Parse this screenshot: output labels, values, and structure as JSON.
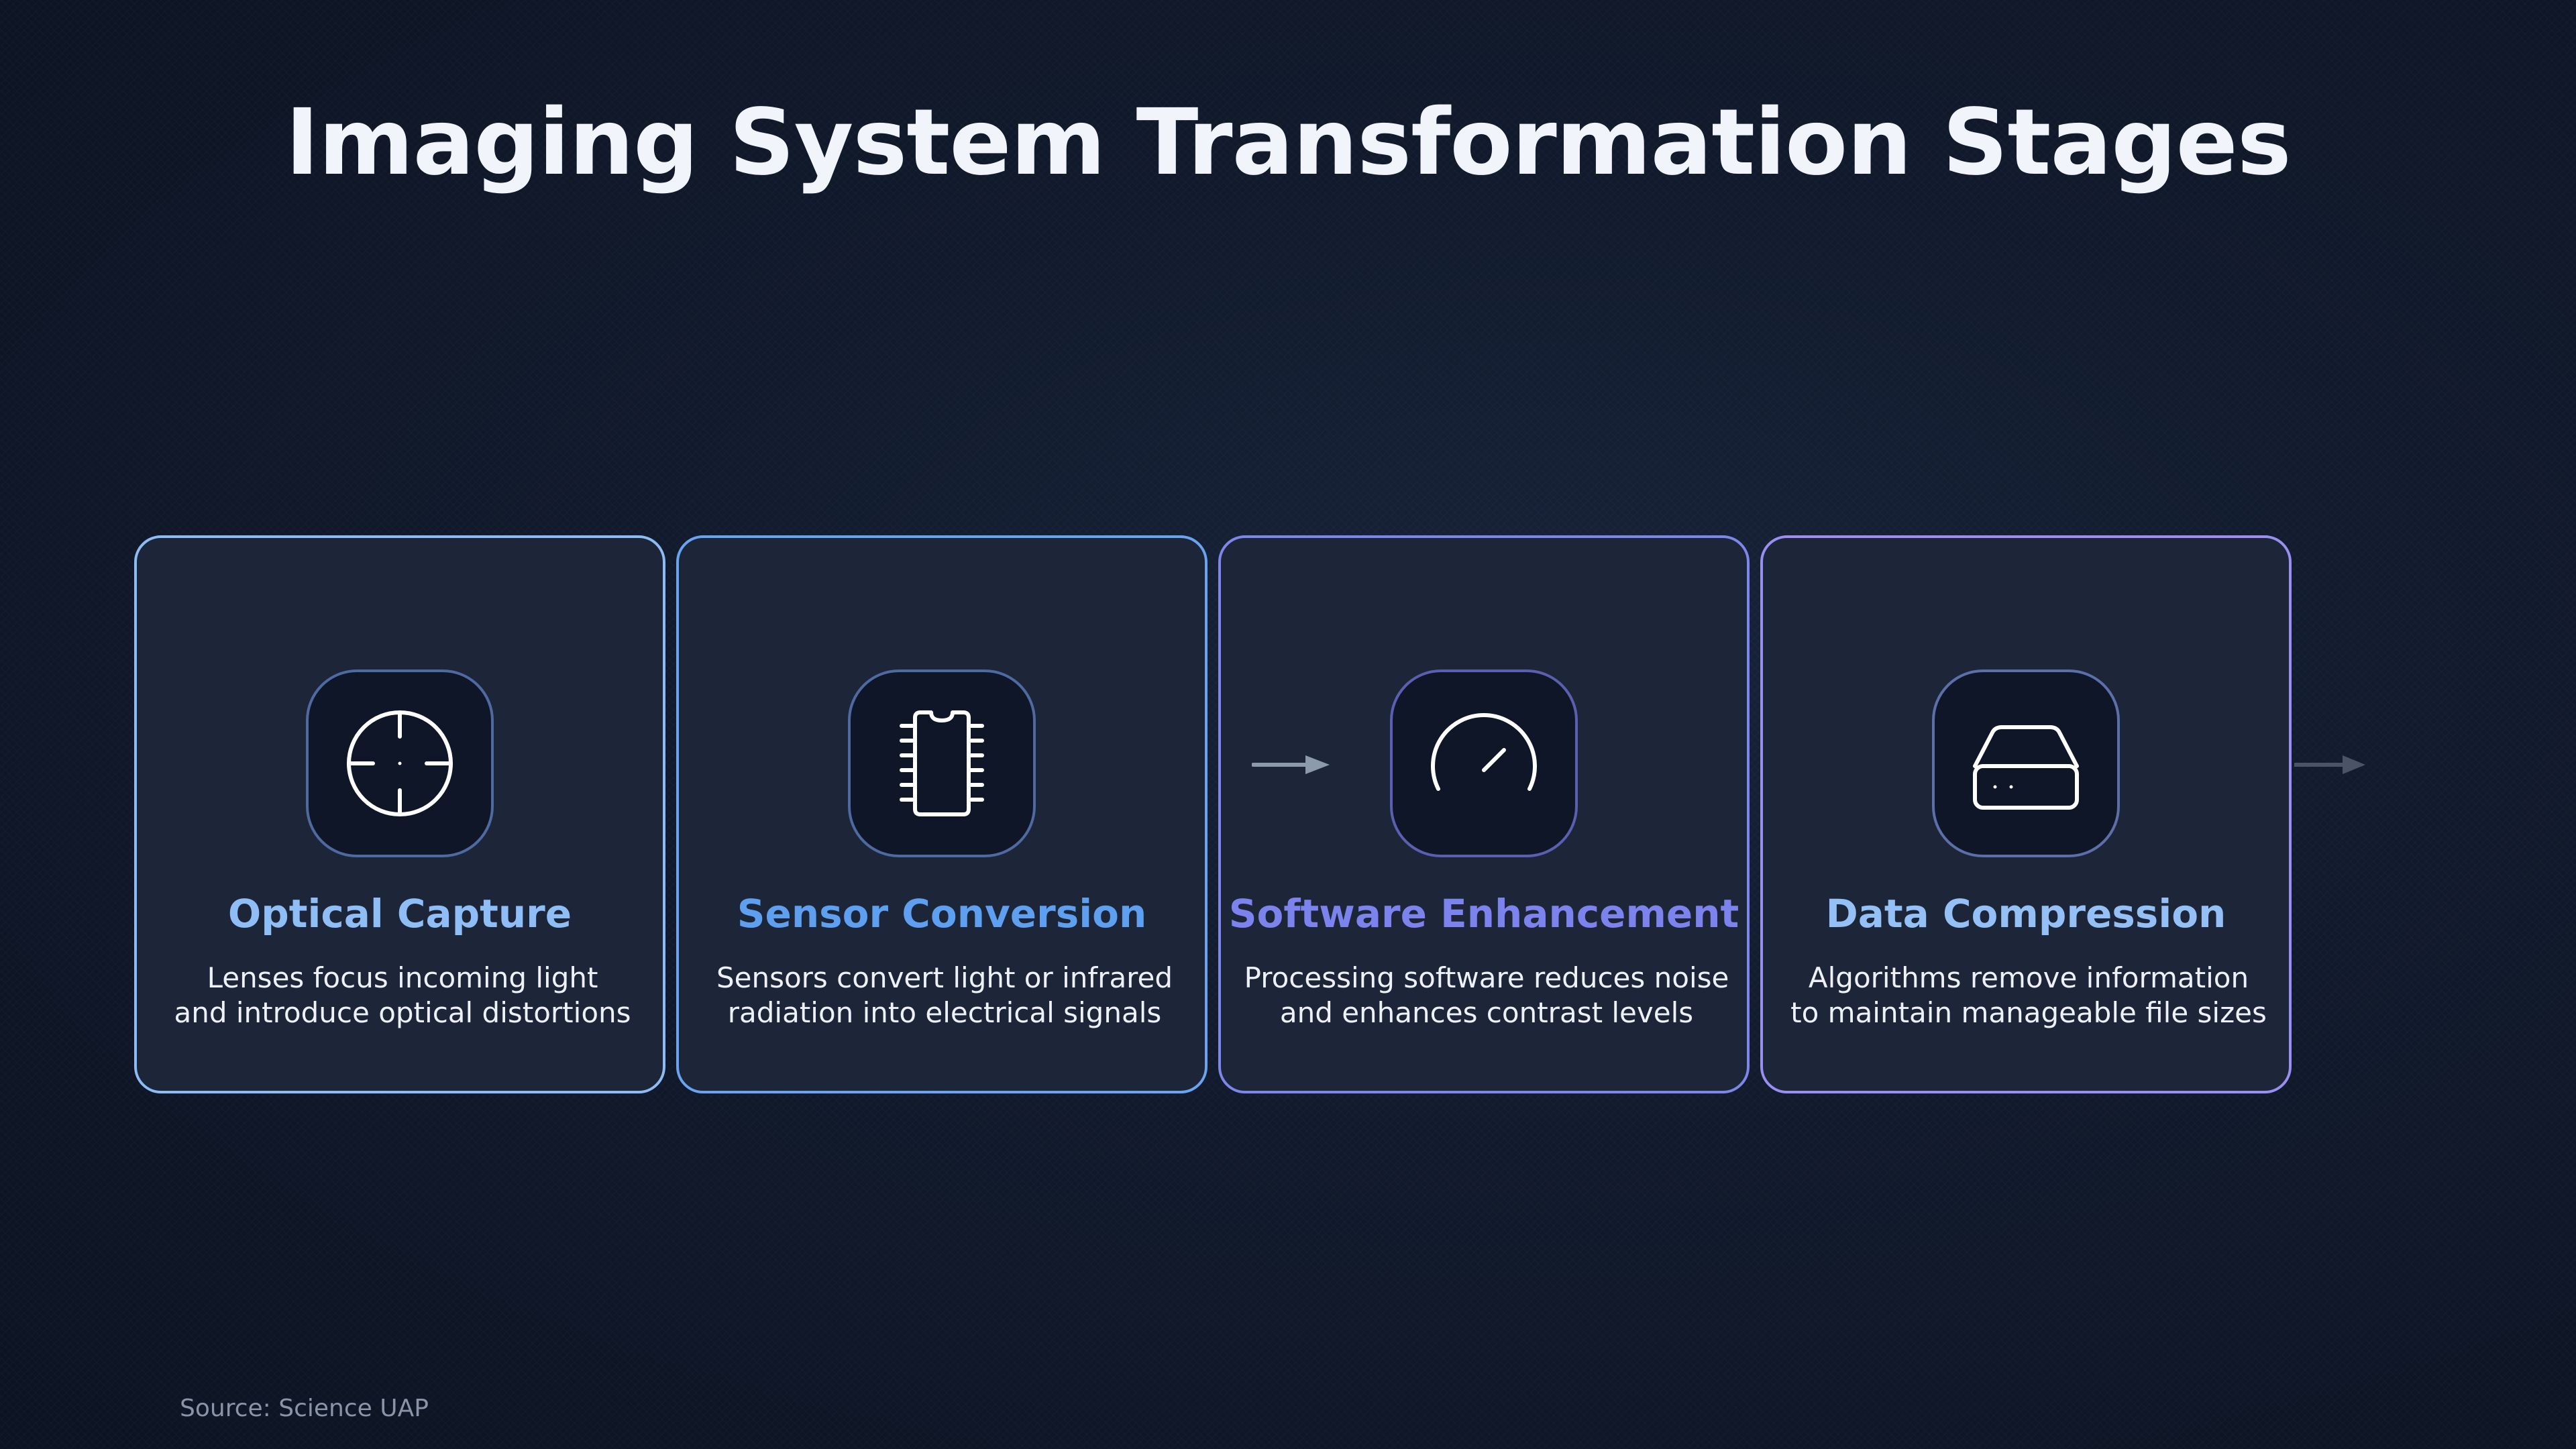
{
  "title": "Imaging System Transformation Stages",
  "stages": [
    {
      "title": "Optical Capture",
      "desc": [
        "Lenses focus incoming light",
        "and introduce optical distortions"
      ],
      "icon": "crosshair-icon",
      "color": "#8fbdf6"
    },
    {
      "title": "Sensor Conversion",
      "desc": [
        "Sensors convert light or infrared",
        "radiation into electrical signals"
      ],
      "icon": "chip-icon",
      "color": "#5e9ff0"
    },
    {
      "title": "Software Enhancement",
      "desc": [
        "Processing software reduces noise",
        "and enhances contrast levels"
      ],
      "icon": "gauge-icon",
      "color": "#7d83ec"
    },
    {
      "title": "Data Compression",
      "desc": [
        "Algorithms remove information",
        "to maintain manageable file sizes"
      ],
      "icon": "hard-drive-icon",
      "color": "#94c0f6"
    }
  ],
  "source": "Source: Science UAP"
}
